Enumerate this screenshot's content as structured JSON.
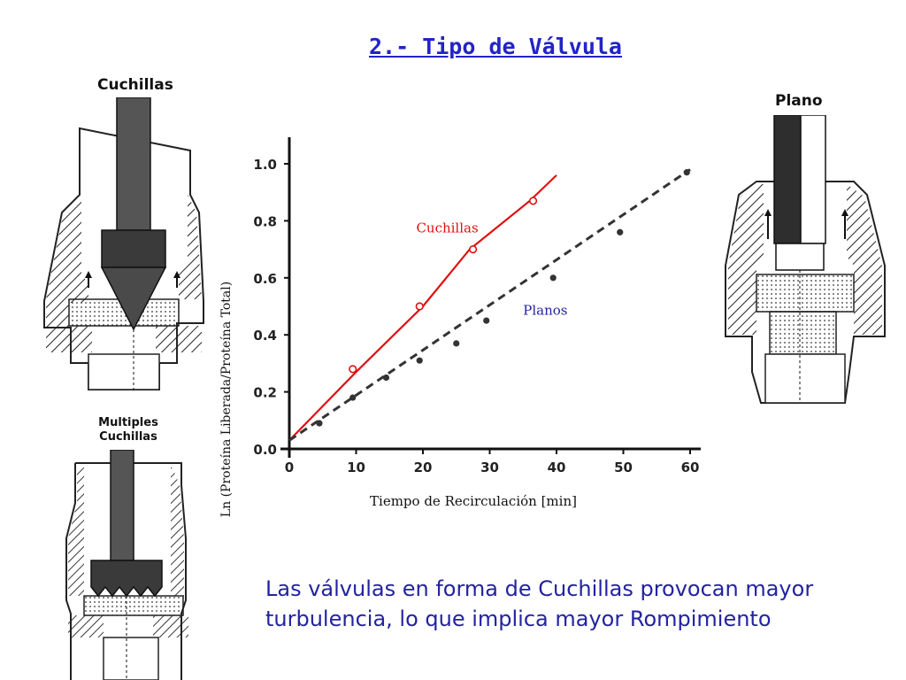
{
  "header": {
    "title": "2.- Tipo de Válvula"
  },
  "diagrams": {
    "cuchillas_label": "Cuchillas",
    "multiples_label_line1": "Multiples",
    "multiples_label_line2": "Cuchillas",
    "plano_label": "Plano"
  },
  "chart_data": {
    "type": "line",
    "ylabel": "Ln (Proteína Liberada/Proteína Total)",
    "xlabel": "Tiempo de Recirculación [min]",
    "xlim": [
      0,
      60
    ],
    "ylim": [
      0,
      1.0
    ],
    "x_ticks": [
      "0",
      "10",
      "20",
      "30",
      "40",
      "50",
      "60"
    ],
    "y_ticks": [
      "0.0",
      "0.2",
      "0.4",
      "0.6",
      "0.8",
      "1.0"
    ],
    "series": [
      {
        "name": "Cuchillas",
        "color": "#e01010",
        "line": [
          [
            0,
            0.03
          ],
          [
            10,
            0.27
          ],
          [
            20,
            0.5
          ],
          [
            27,
            0.7
          ],
          [
            36,
            0.87
          ],
          [
            40,
            0.96
          ]
        ],
        "markers": [
          [
            9.5,
            0.28
          ],
          [
            19.5,
            0.5
          ],
          [
            27.5,
            0.7
          ],
          [
            36.5,
            0.87
          ]
        ]
      },
      {
        "name": "Planos",
        "color": "#2323a0",
        "line": [
          [
            0,
            0.03
          ],
          [
            60,
            0.98
          ]
        ],
        "markers": [
          [
            4.5,
            0.09
          ],
          [
            9.5,
            0.18
          ],
          [
            14.5,
            0.25
          ],
          [
            19.5,
            0.31
          ],
          [
            25,
            0.37
          ],
          [
            29.5,
            0.45
          ],
          [
            39.5,
            0.6
          ],
          [
            49.5,
            0.76
          ],
          [
            59.5,
            0.97
          ]
        ]
      }
    ]
  },
  "conclusion": {
    "line1": "Las válvulas en forma de Cuchillas provocan mayor",
    "line2": "turbulencia, lo que implica mayor Rompimiento"
  }
}
